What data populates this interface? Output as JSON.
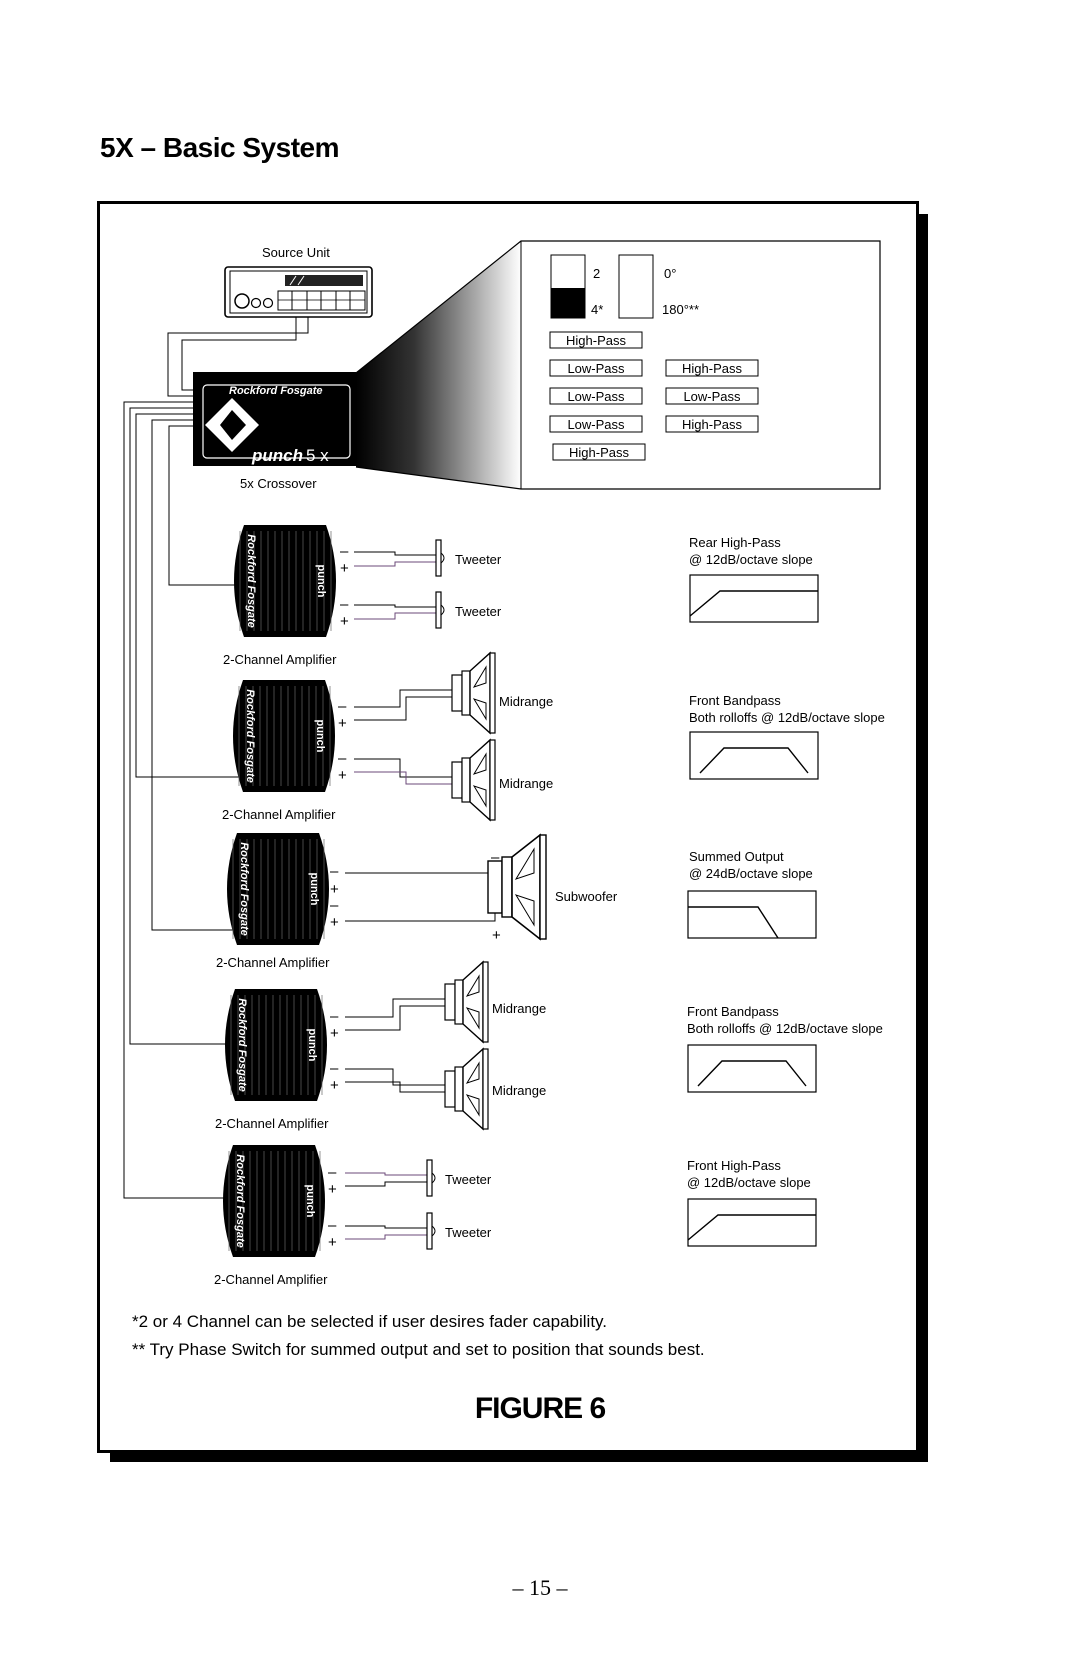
{
  "page_title": "5X – Basic System",
  "source_unit": {
    "label": "Source Unit"
  },
  "crossover": {
    "label": "5x Crossover",
    "brand": "Rockford Fosgate",
    "model_word": "punch",
    "model_suffix": "5 x"
  },
  "switches": {
    "channel": {
      "top": "2",
      "bottom": "4*"
    },
    "phase": {
      "top": "0°",
      "bottom": "180°**"
    }
  },
  "filter_buttons": {
    "left": [
      "High-Pass",
      "Low-Pass",
      "Low-Pass",
      "Low-Pass",
      "High-Pass"
    ],
    "right": [
      "High-Pass",
      "Low-Pass",
      "High-Pass"
    ]
  },
  "amplifiers": [
    {
      "label": "2-Channel Amplifier",
      "brand": "Rockford Fosgate",
      "model": "punch"
    },
    {
      "label": "2-Channel Amplifier",
      "brand": "Rockford Fosgate",
      "model": "punch"
    },
    {
      "label": "2-Channel Amplifier",
      "brand": "Rockford Fosgate",
      "model": "punch"
    },
    {
      "label": "2-Channel Amplifier",
      "brand": "Rockford Fosgate",
      "model": "punch"
    },
    {
      "label": "2-Channel Amplifier",
      "brand": "Rockford Fosgate",
      "model": "punch"
    }
  ],
  "terminal_marks": {
    "minus": "–",
    "plus": "+"
  },
  "speakers": {
    "tweeter": "Tweeter",
    "midrange": "Midrange",
    "subwoofer": "Subwoofer"
  },
  "responses": [
    {
      "line1": "Rear High-Pass",
      "line2": "@ 12dB/octave slope",
      "shape": "high-pass"
    },
    {
      "line1": "Front Bandpass",
      "line2": "Both rolloffs @ 12dB/octave slope",
      "shape": "bandpass"
    },
    {
      "line1": "Summed Output",
      "line2": "@ 24dB/octave slope",
      "shape": "low-pass"
    },
    {
      "line1": "Front Bandpass",
      "line2": "Both rolloffs @ 12dB/octave slope",
      "shape": "bandpass"
    },
    {
      "line1": "Front High-Pass",
      "line2": "@ 12dB/octave slope",
      "shape": "high-pass"
    }
  ],
  "footnotes": [
    "*2 or 4 Channel can be selected if user desires fader capability.",
    "** Try Phase Switch for summed output and set to position that sounds best."
  ],
  "figure_label": "FIGURE 6",
  "page_number": "– 15 –"
}
